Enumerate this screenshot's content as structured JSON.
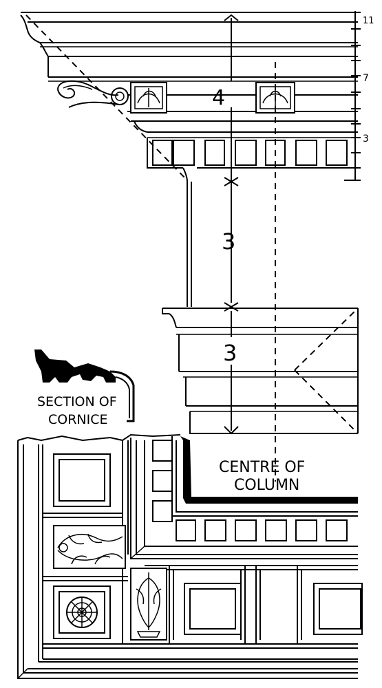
{
  "labels": {
    "section_line1": "SECTION OF",
    "section_line2": "CORNICE",
    "centre_line1": "CENTRE OF",
    "centre_line2": "COLUMN"
  },
  "dimensions": {
    "cornice": "4",
    "frieze": "3",
    "architrave": "3"
  },
  "scale_ticks": {
    "top": "11",
    "middle": "7",
    "lower": "3"
  },
  "colors": {
    "ink": "#000000",
    "paper": "#ffffff"
  }
}
